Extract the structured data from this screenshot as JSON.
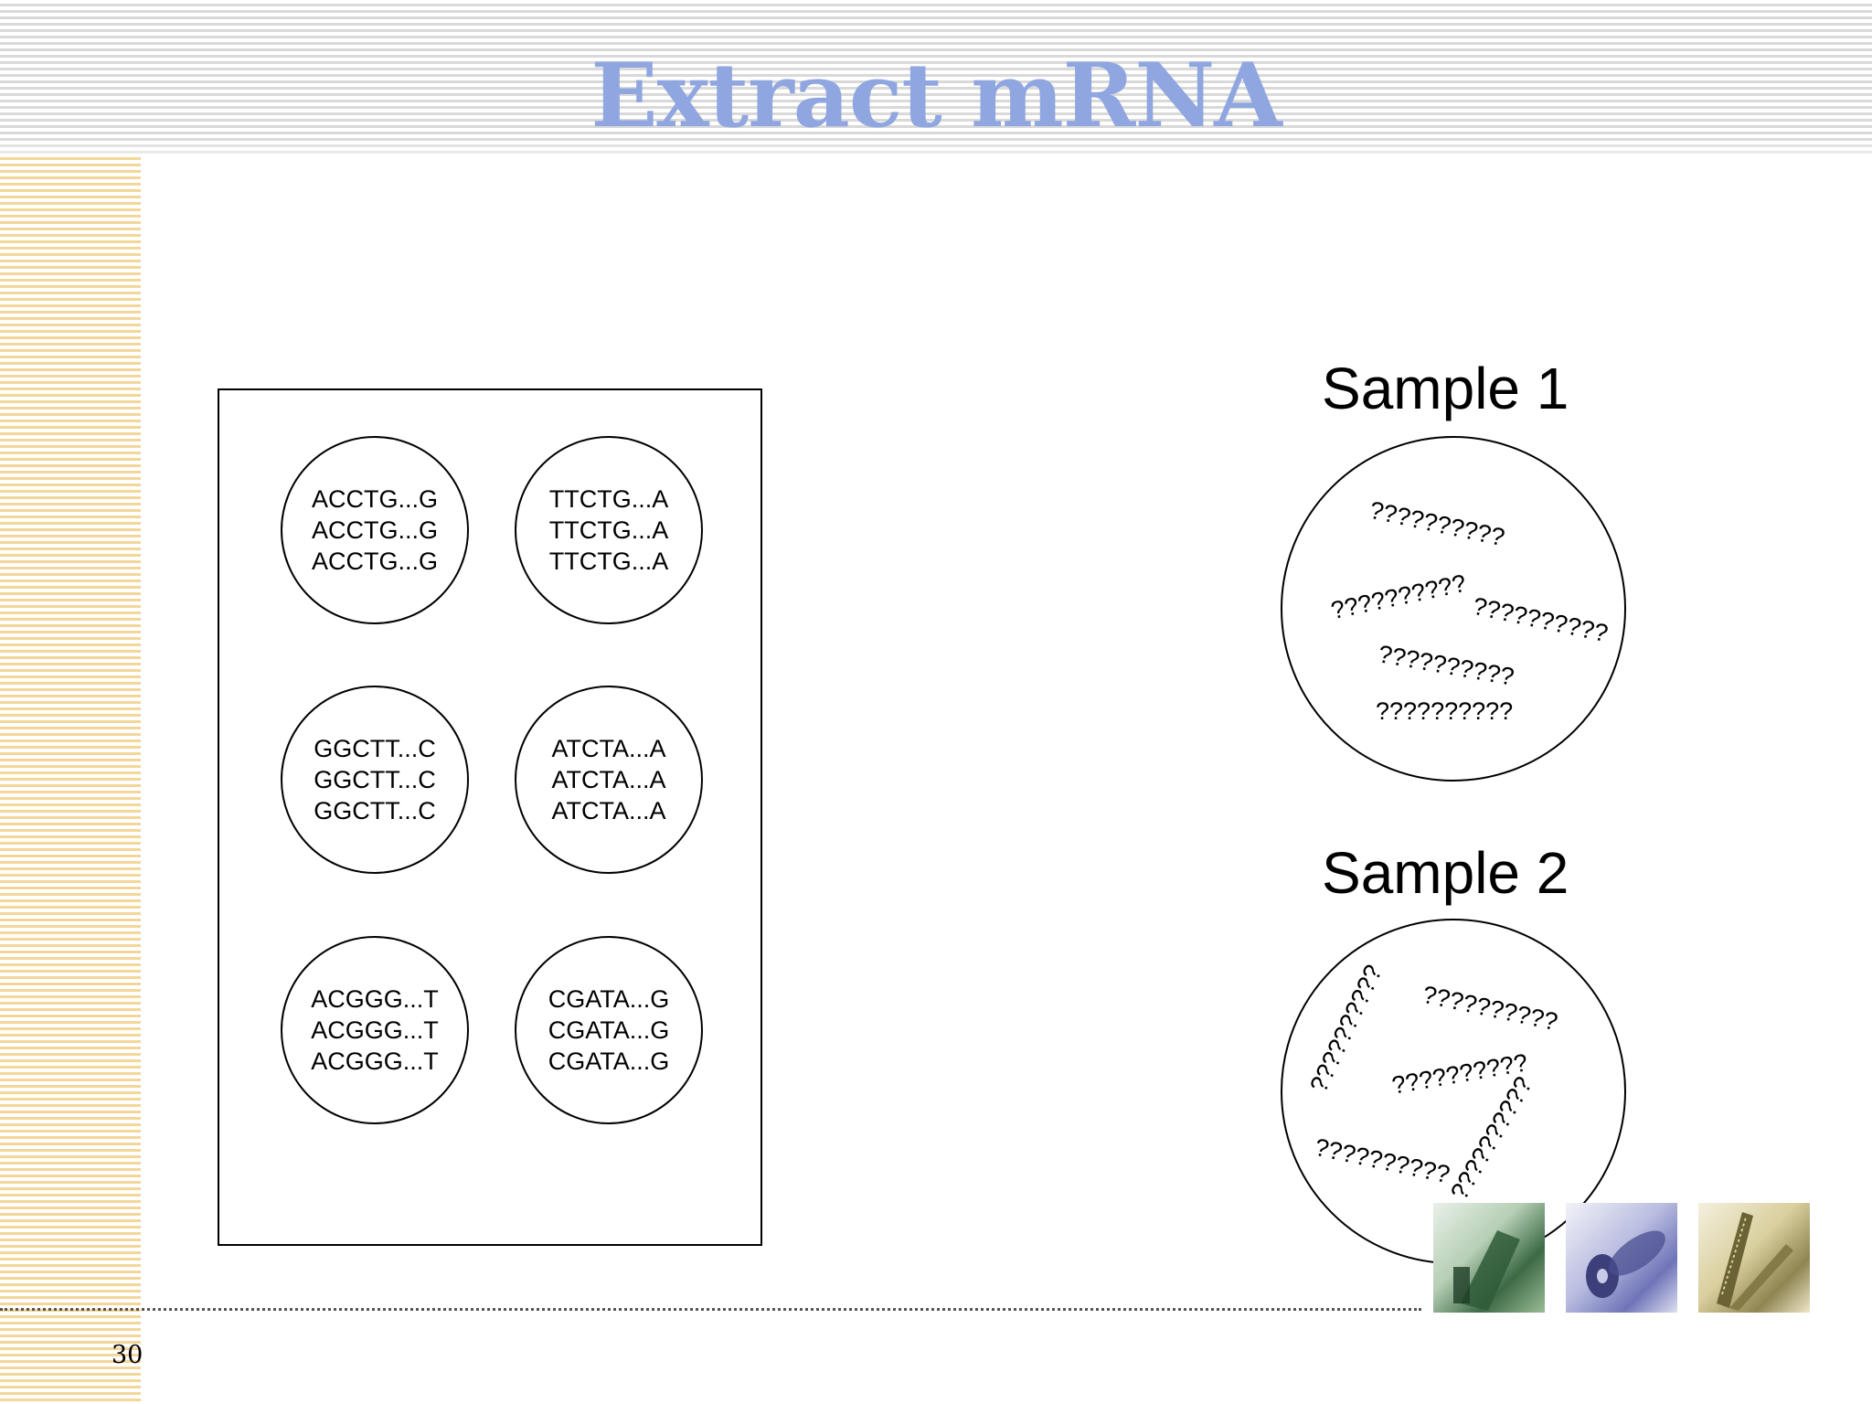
{
  "title": "Extract mRNA",
  "page_number": "30",
  "microarray": {
    "spots": [
      {
        "lines": [
          "ACCTG...G",
          "ACCTG...G",
          "ACCTG...G"
        ]
      },
      {
        "lines": [
          "TTCTG...A",
          "TTCTG...A",
          "TTCTG...A"
        ]
      },
      {
        "lines": [
          "GGCTT...C",
          "GGCTT...C",
          "GGCTT...C"
        ]
      },
      {
        "lines": [
          "ATCTA...A",
          "ATCTA...A",
          "ATCTA...A"
        ]
      },
      {
        "lines": [
          "ACGGG...T",
          "ACGGG...T",
          "ACGGG...T"
        ]
      },
      {
        "lines": [
          "CGATA...G",
          "CGATA...G",
          "CGATA...G"
        ]
      }
    ]
  },
  "samples": [
    {
      "label": "Sample 1",
      "unknowns": [
        "??????????",
        "??????????",
        "??????????",
        "??????????",
        "??????????"
      ]
    },
    {
      "label": "Sample 2",
      "unknowns": [
        "??????????",
        "??????????",
        "??????????",
        "??????????",
        "??????????",
        "??????????"
      ]
    }
  ],
  "icons": [
    "microchip-photo",
    "disc-photo",
    "circuit-board-photo"
  ]
}
